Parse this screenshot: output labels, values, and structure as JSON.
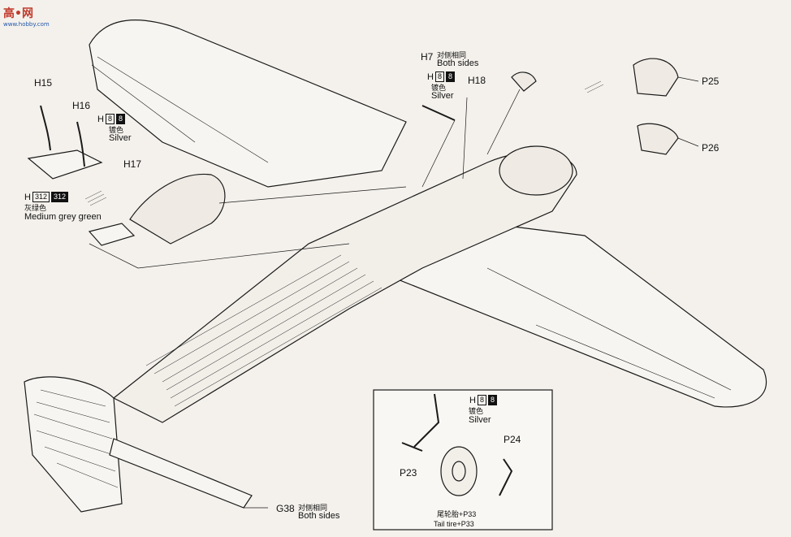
{
  "watermark": {
    "text": "高•网",
    "url": "www.hobby.com"
  },
  "parts": {
    "h7": "H7",
    "h15": "H15",
    "h16": "H16",
    "h17": "H17",
    "h18": "H18",
    "p25": "P25",
    "p26": "P26",
    "p23": "P23",
    "p24": "P24",
    "g38": "G38"
  },
  "callouts": {
    "both_sides_cn": "对侧相同",
    "both_sides_en": "Both sides",
    "silver_cn": "镀色",
    "silver_en": "Silver",
    "grey_cn": "灰绿色",
    "grey_en": "Medium grey green",
    "tail_tire_cn": "尾轮胎+P33",
    "tail_tire_en": "Tail tire+P33"
  },
  "paint_codes": {
    "h_prefix": "H",
    "silver_a": "8",
    "silver_b": "8",
    "grey_a": "312",
    "grey_b": "312"
  },
  "colors": {
    "ink": "#111111",
    "paper": "#f4f1ec",
    "watermark": "#c0392b"
  }
}
